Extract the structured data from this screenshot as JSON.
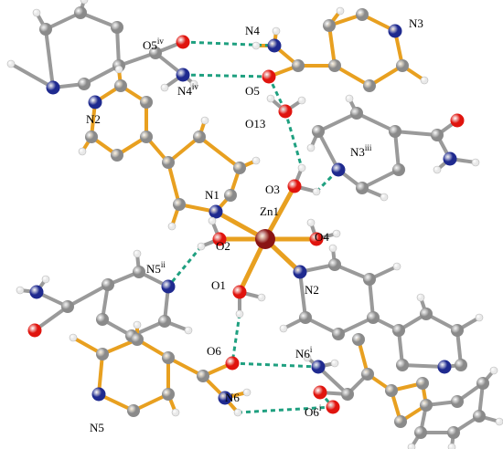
{
  "colors": {
    "carbon": "#8a8a8a",
    "nitrogen": "#1f2a8f",
    "oxygen": "#e0140e",
    "hydrogen": "#e8e8e8",
    "zinc": "#8a1414",
    "bond_organic": "#e8a020",
    "bond_grey": "#9a9a9a",
    "hbond": "#1fa080"
  },
  "labels": {
    "O5iv": {
      "main": "O5",
      "sup": "iv"
    },
    "N4": {
      "main": "N4",
      "sup": ""
    },
    "N3": {
      "main": "N3",
      "sup": ""
    },
    "N4iv": {
      "main": "N4",
      "sup": "iv"
    },
    "O5": {
      "main": "O5",
      "sup": ""
    },
    "N2_top": {
      "main": "N2",
      "sup": ""
    },
    "O13": {
      "main": "O13",
      "sup": ""
    },
    "N3iii": {
      "main": "N3",
      "sup": "iii"
    },
    "O3": {
      "main": "O3",
      "sup": ""
    },
    "N1": {
      "main": "N1",
      "sup": ""
    },
    "Zn1": {
      "main": "Zn1",
      "sup": ""
    },
    "O2": {
      "main": "O2",
      "sup": ""
    },
    "O4": {
      "main": "O4",
      "sup": ""
    },
    "N5ii": {
      "main": "N5",
      "sup": "ii"
    },
    "O1": {
      "main": "O1",
      "sup": ""
    },
    "N2": {
      "main": "N2",
      "sup": ""
    },
    "O6": {
      "main": "O6",
      "sup": ""
    },
    "N6i": {
      "main": "N6",
      "sup": "i"
    },
    "N6": {
      "main": "N6",
      "sup": ""
    },
    "O6i": {
      "main": "O6",
      "sup": "i"
    },
    "N5": {
      "main": "N5",
      "sup": ""
    }
  }
}
